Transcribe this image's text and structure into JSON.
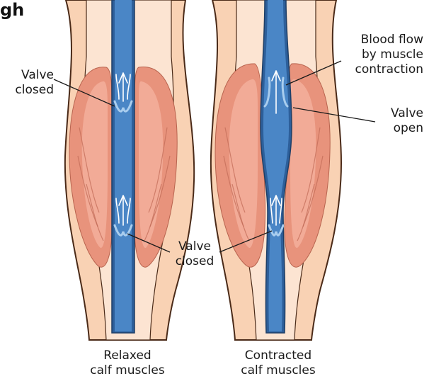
{
  "title": "gh",
  "panels": [
    {
      "id": "relaxed",
      "caption": "Relaxed\ncalf muscles"
    },
    {
      "id": "contracted",
      "caption": "Contracted\ncalf muscles"
    }
  ],
  "labels": {
    "valve_closed_upper": "Valve\nclosed",
    "valve_closed_middle": "Valve\nclosed",
    "blood_flow": "Blood flow\nby muscle\ncontraction",
    "valve_open": "Valve\nopen"
  },
  "colors": {
    "skin_fill": "#f9d2b4",
    "skin_outline": "#4a2a18",
    "inner_light": "#fce4d2",
    "muscle_outer": "#e8937c",
    "muscle_inner": "#f2ab97",
    "muscle_fiber": "#c16a55",
    "vein_dark": "#2d5f9a",
    "vein_mid": "#4a86c6",
    "vein_light": "#a9cdee",
    "arrow": "#ffffff"
  }
}
